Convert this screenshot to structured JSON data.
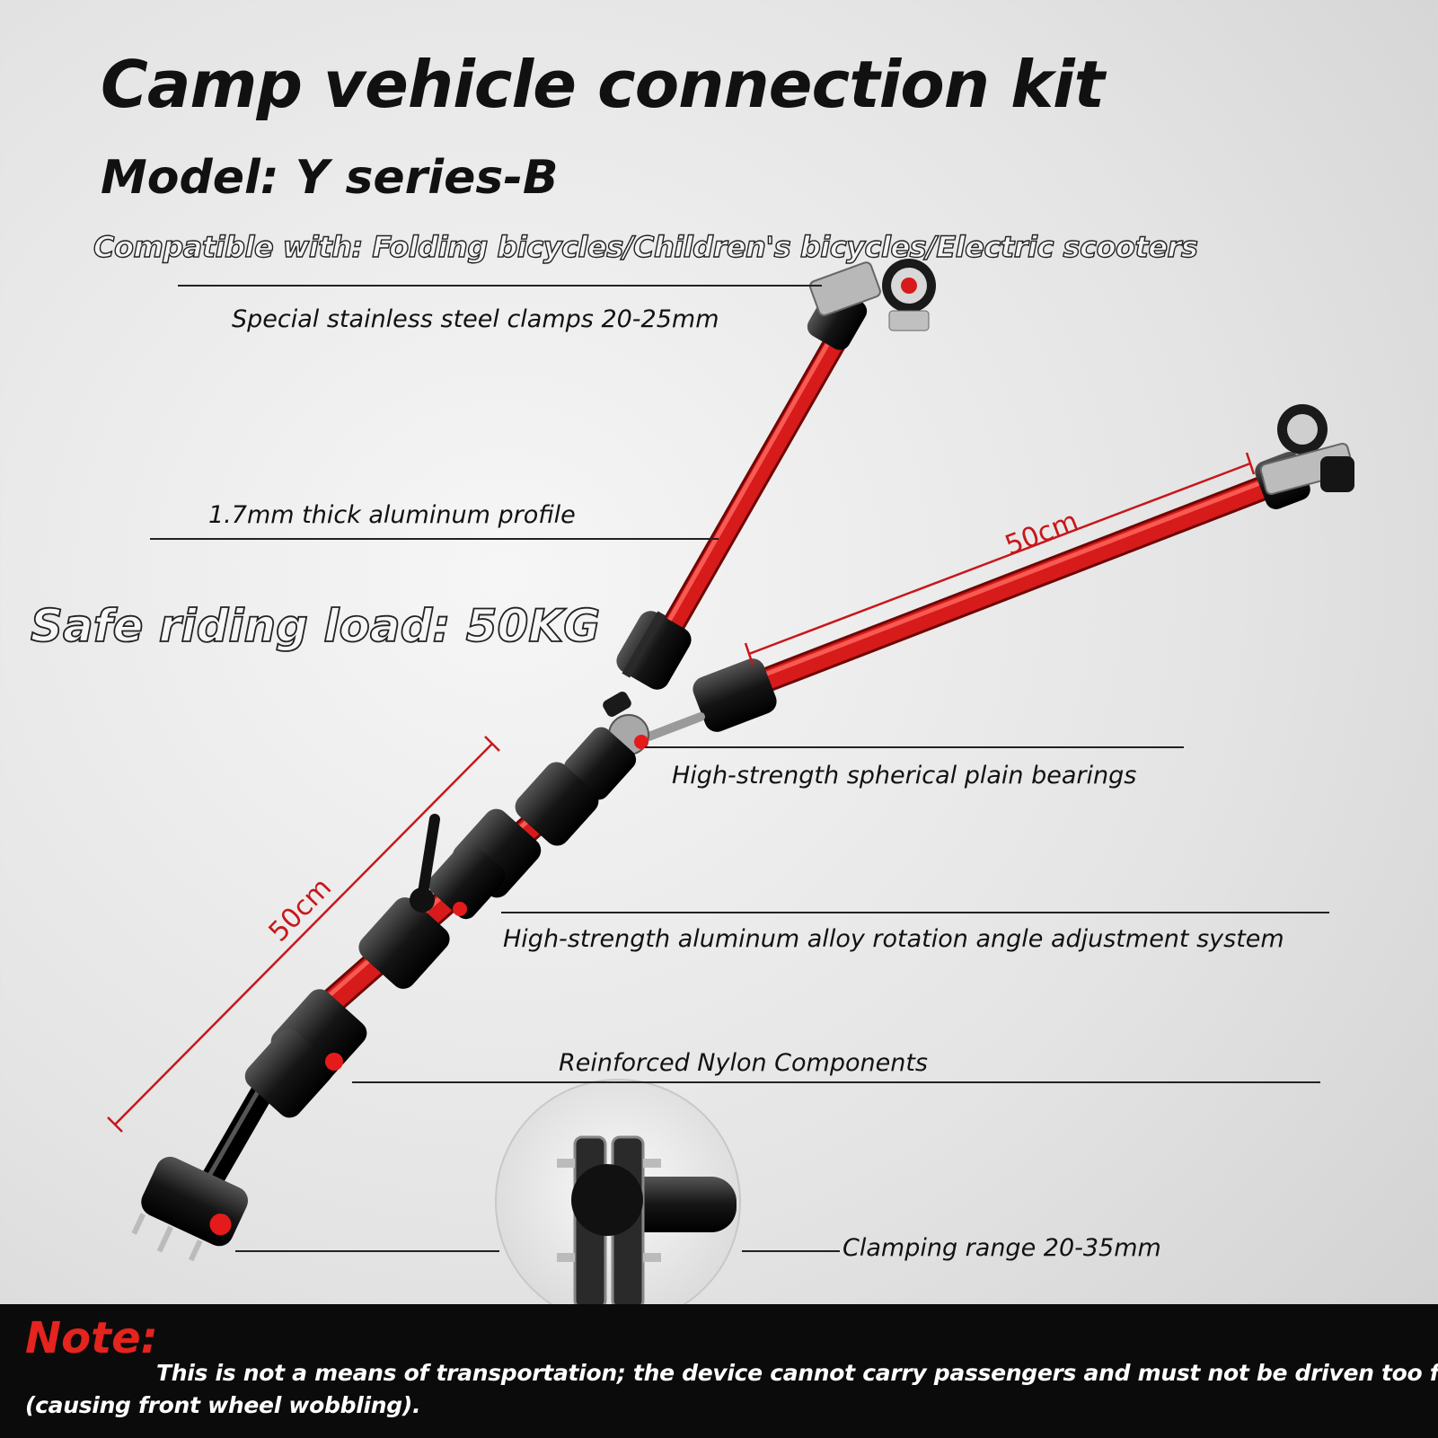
{
  "title": "Camp vehicle connection kit",
  "model": "Model: Y series-B",
  "compatible": "Compatible with: Folding bicycles/Children's bicycles/Electric scooters",
  "safe_load": "Safe riding load: 50KG",
  "callouts": {
    "clamps": "Special stainless steel clamps 20-25mm",
    "profile": "1.7mm thick aluminum profile",
    "bearings": "High-strength spherical plain bearings",
    "rotation": "High-strength aluminum alloy rotation angle adjustment system",
    "nylon": "Reinforced Nylon Components",
    "clamping": "Clamping range 20-35mm"
  },
  "dimensions": {
    "upper_arm": "50cm",
    "lower_arm": "50cm"
  },
  "note": {
    "label": "Note:",
    "text_line1": "This is not a means of transportation; the device cannot carry passengers and must not be driven too fast",
    "text_line2": "(causing front wheel wobbling)."
  },
  "colors": {
    "tube_red": "#d71a1a",
    "nylon_black": "#151515",
    "note_red": "#e5231f",
    "dimension_red": "#c8171b"
  }
}
